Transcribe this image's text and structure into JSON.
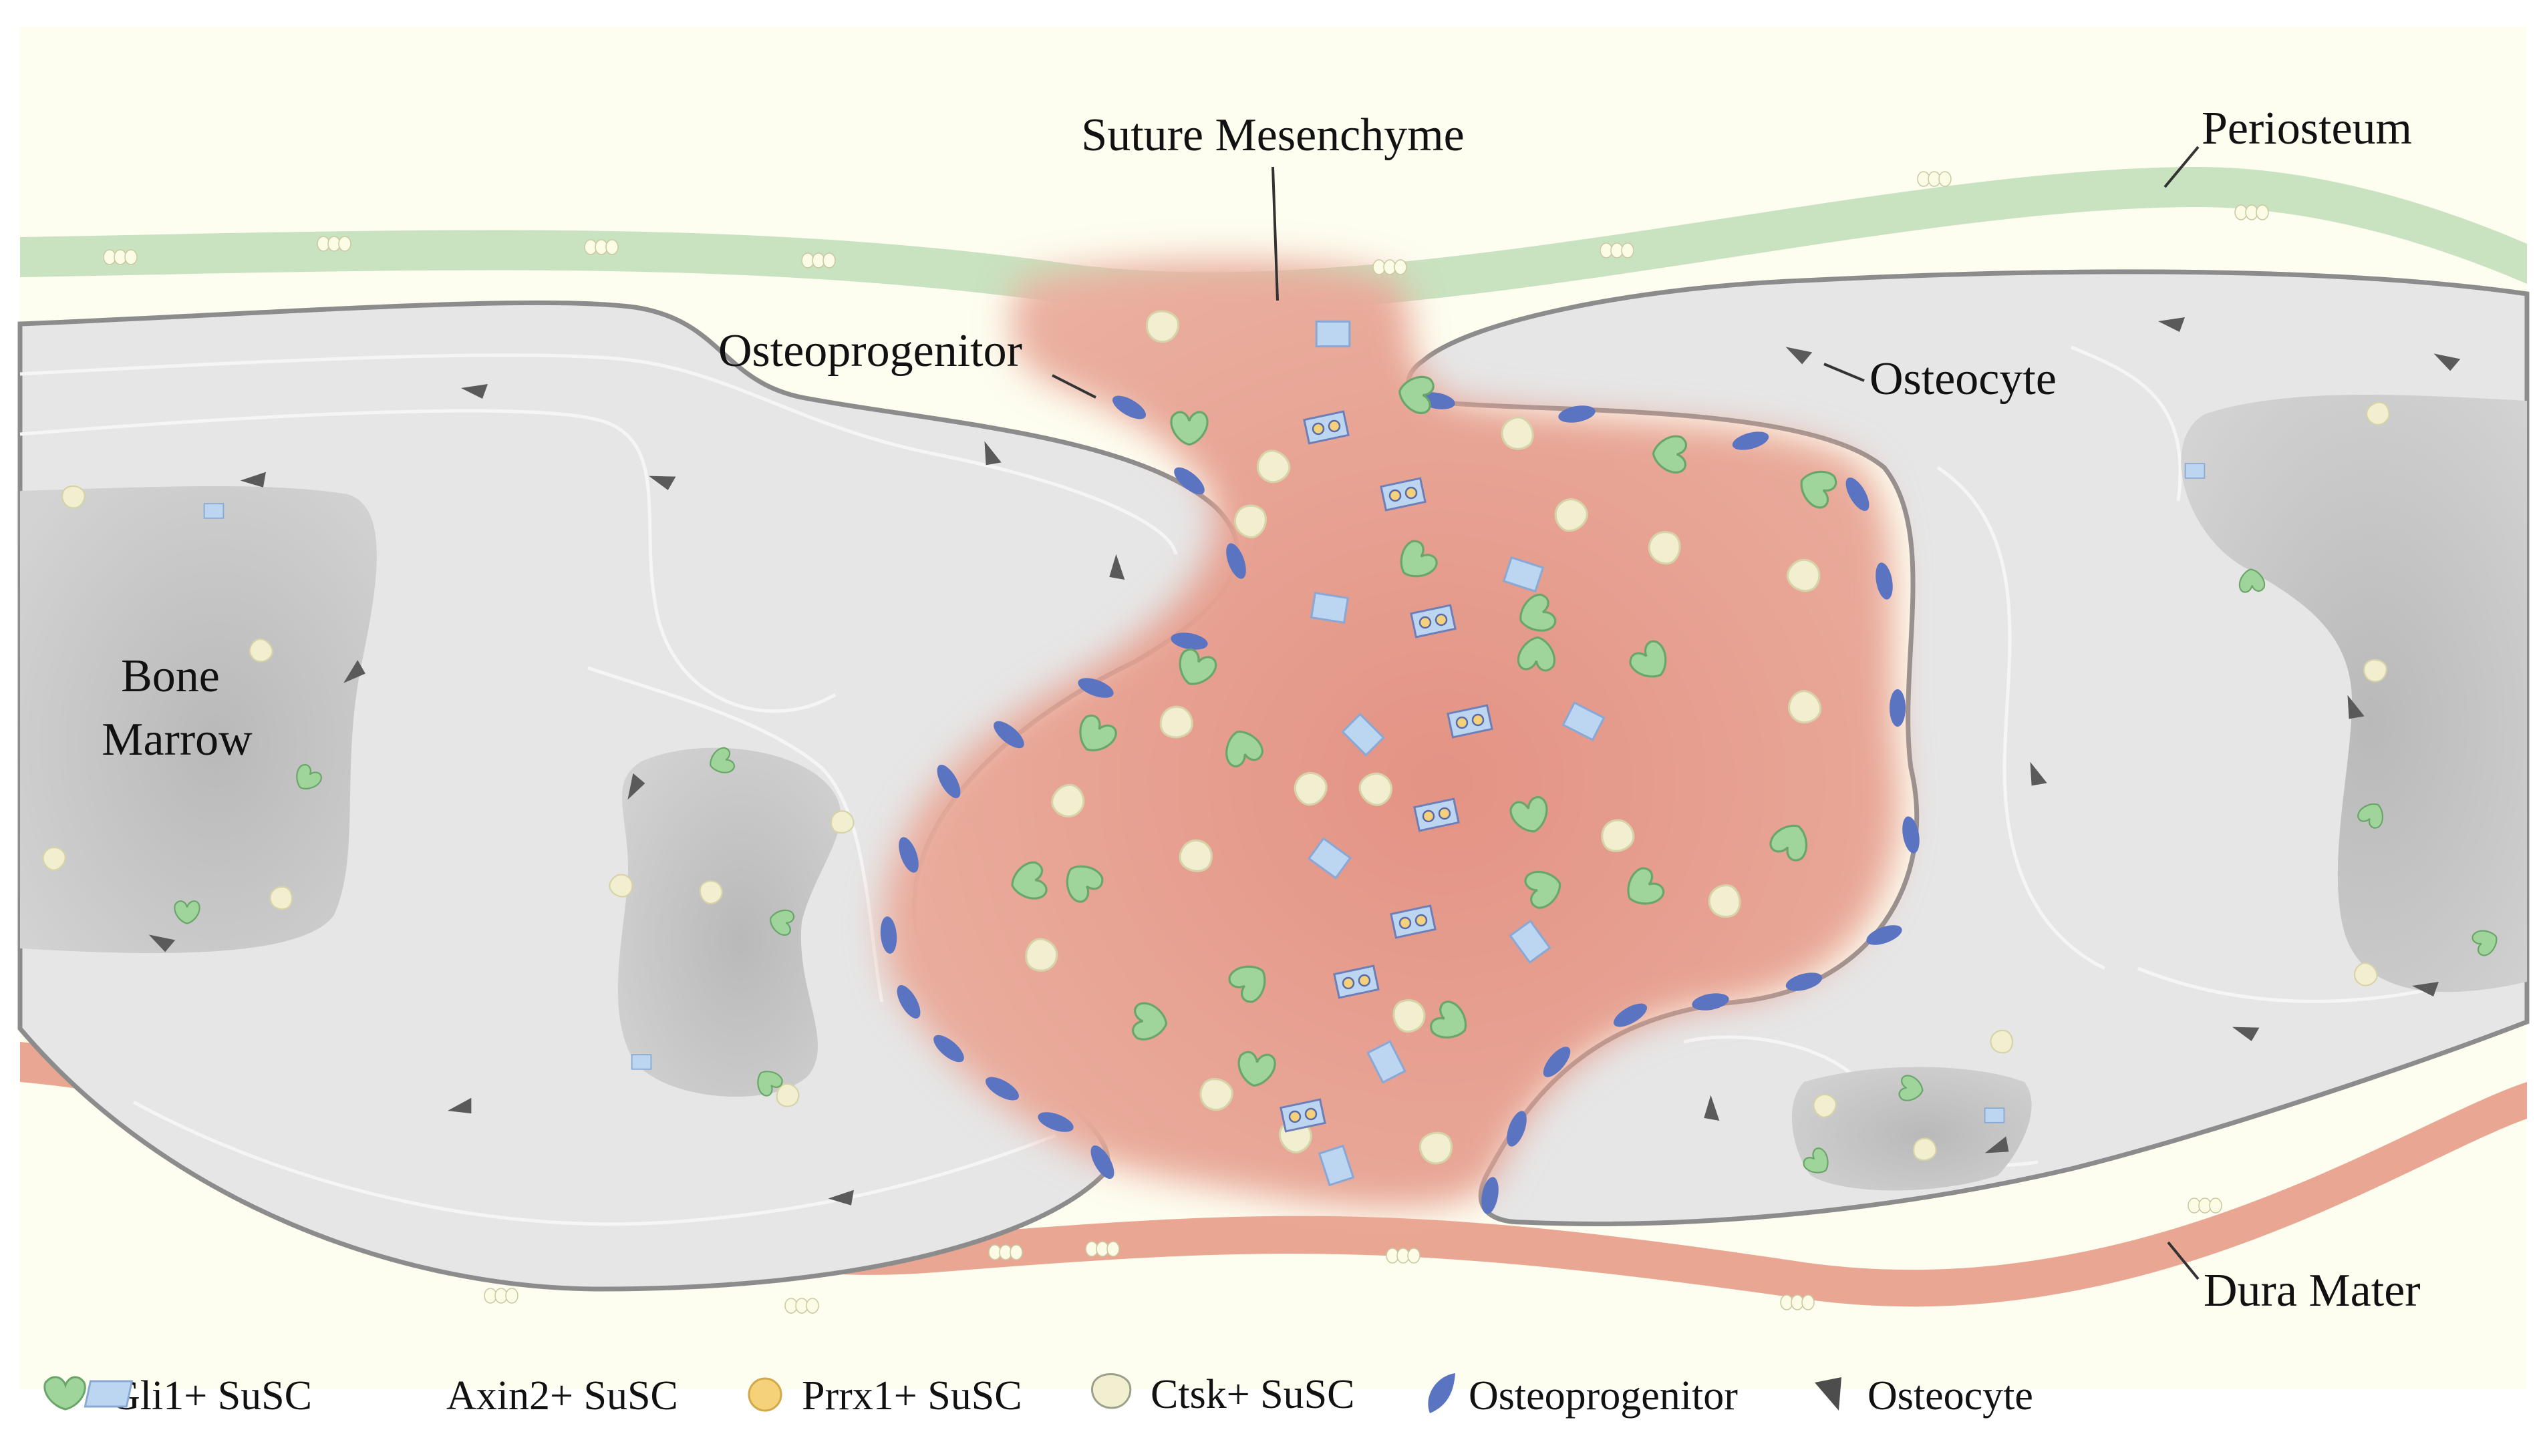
{
  "labels": {
    "suture_mesenchyme": "Suture Mesenchyme",
    "periosteum": "Periosteum",
    "osteoprogenitor": "Osteoprogenitor",
    "osteocyte": "Osteocyte",
    "bone": "Bone",
    "marrow": "Marrow",
    "dura_mater": "Dura Mater"
  },
  "legend": [
    {
      "key": "gli1",
      "label": "Gli1+ SuSC",
      "icon": "gli1-cell-icon"
    },
    {
      "key": "axin2",
      "label": "Axin2+ SuSC",
      "icon": "axin2-cell-icon"
    },
    {
      "key": "prrx1",
      "label": "Prrx1+ SuSC",
      "icon": "prrx1-cell-icon"
    },
    {
      "key": "ctsk",
      "label": "Ctsk+ SuSC",
      "icon": "ctsk-cell-icon"
    },
    {
      "key": "osteoprogenitor",
      "label": "Osteoprogenitor",
      "icon": "osteoprogenitor-icon"
    },
    {
      "key": "osteocyte",
      "label": "Osteocyte",
      "icon": "osteocyte-icon"
    }
  ],
  "colors": {
    "background": "#fdfdf0",
    "bone": "#e6e6e6",
    "bone_edge": "#8c8c8c",
    "marrow": "#c4c4c4",
    "suture": "#e6a090",
    "periosteum": "#c9e2bf",
    "dura": "#e9a793",
    "gli1": "#9fd59a",
    "axin2": "#bcd6f2",
    "prrx1": "#f5d27a",
    "ctsk": "#f1efcf",
    "osteoprogenitor": "#5a74c2",
    "osteocyte": "#4d4d4d"
  }
}
